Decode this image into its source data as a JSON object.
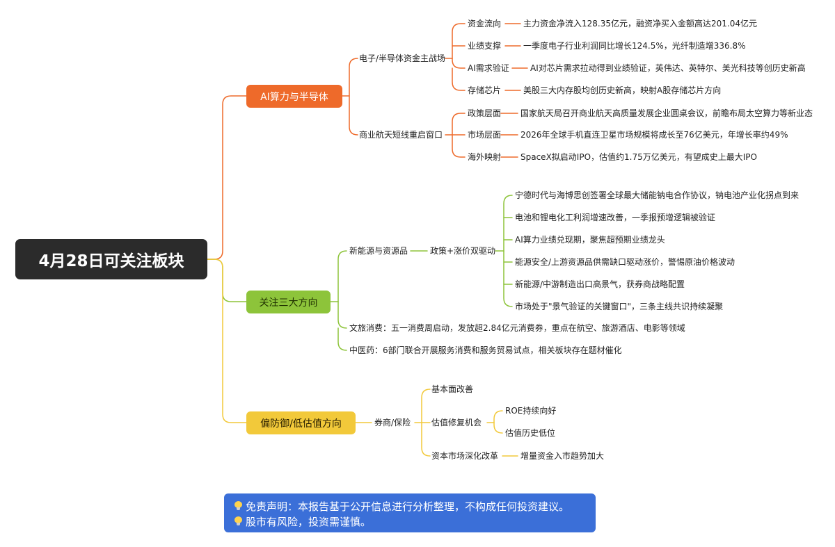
{
  "root": {
    "title": "4月28日可关注板块"
  },
  "branch_ai": {
    "label": "AI算力与半导体",
    "color": "#ee6a2a",
    "sub1": {
      "label": "电子/半导体资金主战场",
      "items": [
        {
          "label": "资金流向",
          "detail": "主力资金净流入128.35亿元，融资净买入金额高达201.04亿元"
        },
        {
          "label": "业绩支撑",
          "detail": "一季度电子行业利润同比增长124.5%，光纤制造增336.8%"
        },
        {
          "label": "AI需求验证",
          "detail": "AI对芯片需求拉动得到业绩验证，英伟达、英特尔、美光科技等创历史新高"
        },
        {
          "label": "存储芯片",
          "detail": "美股三大内存股均创历史新高，映射A股存储芯片方向"
        }
      ]
    },
    "sub2": {
      "label": "商业航天短线重启窗口",
      "items": [
        {
          "label": "政策层面",
          "detail": "国家航天局召开商业航天高质量发展企业圆桌会议，前瞻布局太空算力等新业态"
        },
        {
          "label": "市场层面",
          "detail": "2026年全球手机直连卫星市场规模将成长至76亿美元，年增长率约49%"
        },
        {
          "label": "海外映射",
          "detail": "SpaceX拟启动IPO，估值约1.75万亿美元，有望成史上最大IPO"
        }
      ]
    }
  },
  "branch_three": {
    "label": "关注三大方向",
    "color": "#8dc43a",
    "sub1": {
      "label": "新能源与资源品",
      "mid": "政策+涨价双驱动",
      "items": [
        "宁德时代与海博思创签署全球最大储能钠电合作协议，钠电池产业化拐点到来",
        "电池和锂电化工利润增速改善，一季报预增逻辑被验证",
        "AI算力业绩兑现期，聚焦超预期业绩龙头",
        "能源安全/上游资源品供需缺口驱动涨价，警惕原油价格波动",
        "新能源/中游制造出口高景气，获券商战略配置",
        "市场处于\"景气验证的关键窗口\"，三条主线共识持续凝聚"
      ]
    },
    "sub2": {
      "label": "文旅消费：五一消费周启动，发放超2.84亿元消费券，重点在航空、旅游酒店、电影等领域"
    },
    "sub3": {
      "label": "中医药：6部门联合开展服务消费和服务贸易试点，相关板块存在题材催化"
    }
  },
  "branch_def": {
    "label": "偏防御/低估值方向",
    "color": "#f2c93a",
    "sub1": {
      "label": "券商/保险",
      "items": [
        {
          "label": "基本面改善"
        },
        {
          "label": "估值修复机会",
          "children": [
            "ROE持续向好",
            "估值历史低位"
          ]
        },
        {
          "label": "资本市场深化改革",
          "detail": "增量资金入市趋势加大"
        }
      ]
    }
  },
  "disclaimer": {
    "line1": "免责声明：本报告基于公开信息进行分析整理，不构成任何投资建议。",
    "line2": "股市有风险，投资需谨慎。",
    "icon": "lightbulb-icon",
    "color": "#3b6fd8"
  }
}
